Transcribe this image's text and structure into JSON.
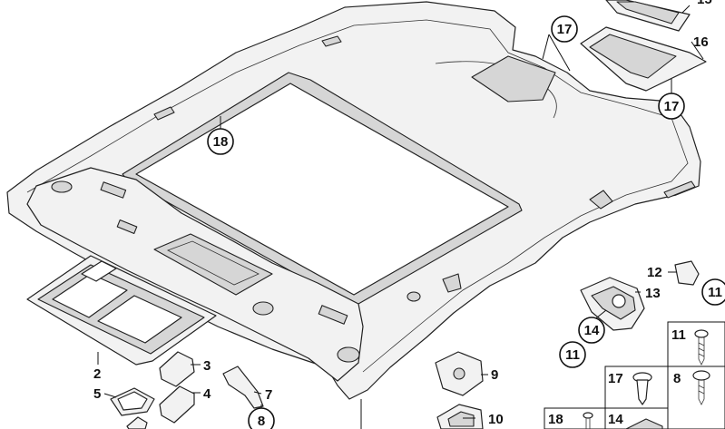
{
  "diagram": {
    "labels": [
      {
        "id": "c18-sunroof",
        "text": "18",
        "circled": true
      },
      {
        "id": "c17-top",
        "text": "17",
        "circled": true
      },
      {
        "id": "c17-right",
        "text": "17",
        "circled": true
      },
      {
        "id": "l16",
        "text": "16",
        "circled": false
      },
      {
        "id": "l15",
        "text": "15",
        "circled": false
      },
      {
        "id": "l12",
        "text": "12",
        "circled": false
      },
      {
        "id": "l13",
        "text": "13",
        "circled": false
      },
      {
        "id": "c11-edge",
        "text": "11",
        "circled": true
      },
      {
        "id": "c14",
        "text": "14",
        "circled": true
      },
      {
        "id": "c11-low",
        "text": "11",
        "circled": true
      },
      {
        "id": "b11",
        "text": "11",
        "circled": false
      },
      {
        "id": "b17",
        "text": "17",
        "circled": false
      },
      {
        "id": "b8",
        "text": "8",
        "circled": false
      },
      {
        "id": "b18",
        "text": "18",
        "circled": false
      },
      {
        "id": "b14",
        "text": "14",
        "circled": false
      },
      {
        "id": "l2",
        "text": "2",
        "circled": false
      },
      {
        "id": "l3",
        "text": "3",
        "circled": false
      },
      {
        "id": "l4",
        "text": "4",
        "circled": false
      },
      {
        "id": "l5",
        "text": "5",
        "circled": false
      },
      {
        "id": "l7",
        "text": "7",
        "circled": false
      },
      {
        "id": "c8",
        "text": "8",
        "circled": true
      },
      {
        "id": "l9",
        "text": "9",
        "circled": false
      },
      {
        "id": "l10",
        "text": "10",
        "circled": false
      }
    ]
  }
}
